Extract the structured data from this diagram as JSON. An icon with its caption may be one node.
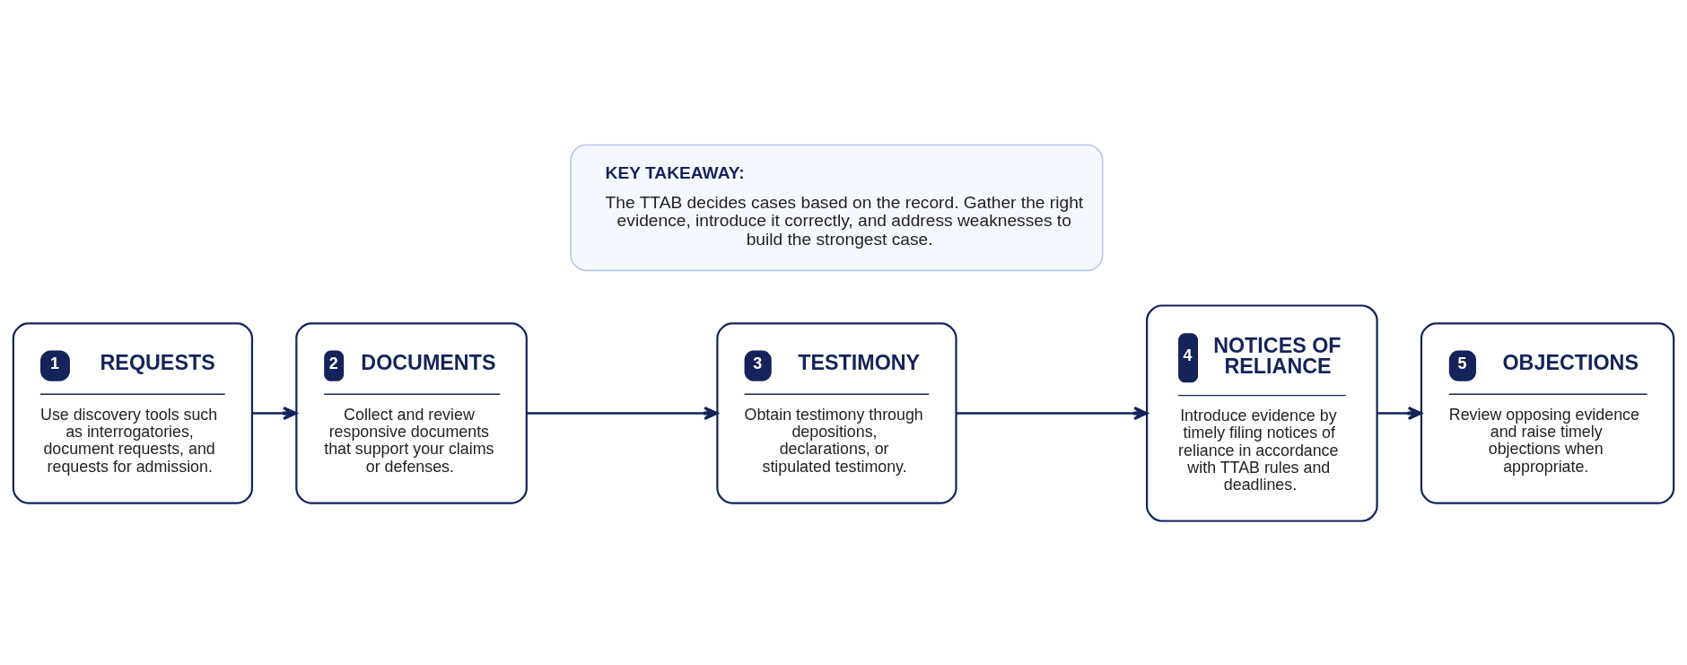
{
  "diagram": {
    "nodes": [
      {
        "text": [
          "1",
          "REQUESTS",
          "Use discovery tools such as interrogatories, document requests, and requests for admission."
        ]
      },
      {
        "text": [
          "2",
          "DOCUMENTS",
          "Collect and review responsive documents that support your claims or defenses."
        ]
      },
      {
        "text": [
          "3",
          "TESTIMONY",
          "Obtain testimony through depositions, declarations, or stipulated testimony."
        ]
      },
      {
        "text": [
          "4",
          "NOTICES OF RELIANCE",
          "Introduce evidence by timely filing notices of reliance in accordance with TTAB rules and deadlines."
        ]
      },
      {
        "text": [
          "5",
          "OBJECTIONS",
          "Review opposing evidence and raise timely objections when appropriate."
        ]
      },
      {
        "text": [
          "KEY TAKEAWAY:",
          "The TTAB decides cases based on the record. Gather the right evidence, introduce it correctly, and address weaknesses to build the strongest case."
        ]
      }
    ],
    "edges": [
      {
        "from": 0,
        "to": 1,
        "arrow": "to"
      },
      {
        "from": 1,
        "to": 2,
        "arrow": "to"
      },
      {
        "from": 2,
        "to": 3,
        "arrow": "to"
      },
      {
        "from": 3,
        "to": 4,
        "arrow": "to"
      }
    ]
  }
}
